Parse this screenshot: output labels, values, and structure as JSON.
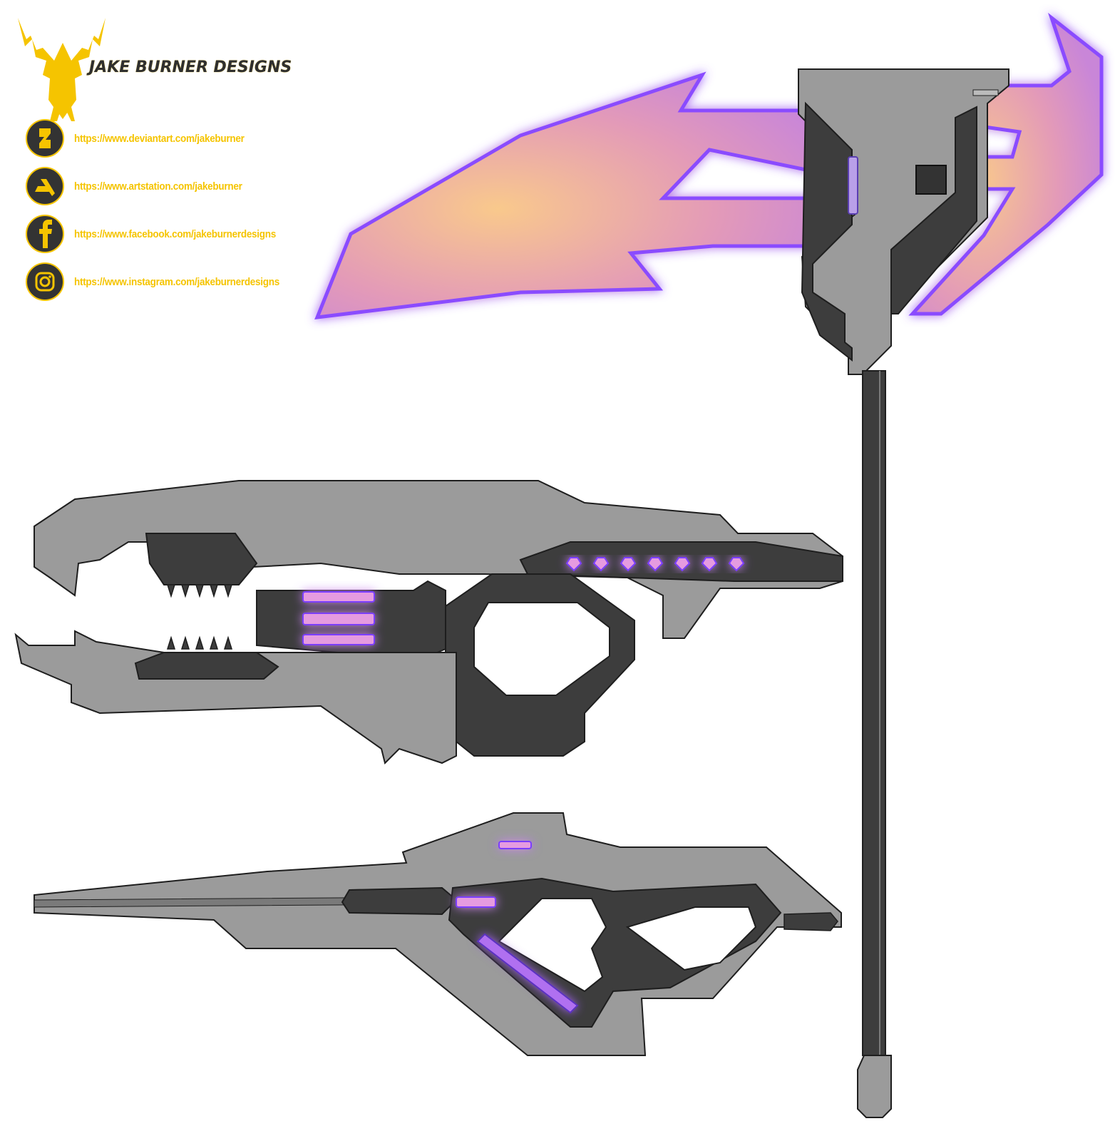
{
  "brand": {
    "name": "JAKE BURNER DESIGNS",
    "accent": "#f5c400",
    "icon_dark": "#333333"
  },
  "links": [
    {
      "icon": "deviantart-icon",
      "url": "https://www.deviantart.com/jakeburner"
    },
    {
      "icon": "artstation-icon",
      "url": "https://www.artstation.com/jakeburner"
    },
    {
      "icon": "facebook-icon",
      "url": "https://www.facebook.com/jakeburnerdesigns"
    },
    {
      "icon": "instagram-icon",
      "url": "https://www.instagram.com/jakeburnerdesigns"
    }
  ],
  "colors": {
    "metal": "#9b9b9b",
    "dark_metal": "#3d3d3d",
    "glow": "#7a3cff",
    "blade_core": "#f7c38f",
    "blade_edge": "#d98bd0",
    "light_pink": "#e59be0"
  }
}
